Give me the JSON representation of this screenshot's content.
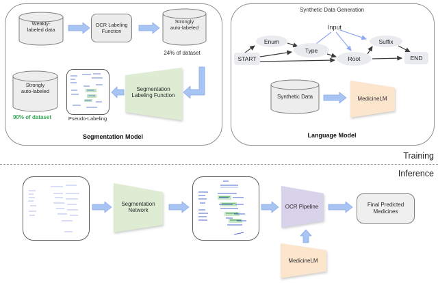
{
  "colors": {
    "arrow_blue": "#a7c4f3",
    "arrow_blue_stroke": "#87a9e9",
    "trapezoid_green": "#ddecd3",
    "trapezoid_purple": "#d8d2ea",
    "trapezoid_peach": "#fbe5cd",
    "cylinder_gray": "#ededed",
    "node_gray": "#e9ebee",
    "highlight_green_text": "#34a853",
    "graph_edge_blue": "#8fa8f2"
  },
  "training": {
    "section_label": "Training",
    "segmentation_model": {
      "caption": "Segmentation Model",
      "weakly_labeled_db": "Weakly-\nlabeled data",
      "ocr_labeling_function": "OCR Labeling\nFunction",
      "strongly_auto_labeled_db_top": "Strongly\nauto-labeled",
      "top_dataset_share": "24% of dataset",
      "strongly_auto_labeled_db_bottom": "Strongly\nauto-labeled",
      "bottom_dataset_share": "90% of dataset",
      "pseudo_labeling_caption": "Pseudo-Labeling",
      "segmentation_labeling_function": "Segmentation\nLabeling Function"
    },
    "language_model": {
      "caption": "Language Model",
      "title": "Synthetic Data Generation",
      "graph": {
        "nodes": {
          "start": "START",
          "enum": "Enum",
          "type": "Type",
          "root": "Root",
          "suffix": "Suffix",
          "end": "END",
          "input": "Input"
        },
        "edges": [
          {
            "from": "START",
            "to": "Enum"
          },
          {
            "from": "START",
            "to": "Type"
          },
          {
            "from": "START",
            "to": "Root"
          },
          {
            "from": "Enum",
            "to": "Type"
          },
          {
            "from": "Type",
            "to": "Root"
          },
          {
            "from": "Root",
            "to": "Suffix"
          },
          {
            "from": "Root",
            "to": "END"
          },
          {
            "from": "Suffix",
            "to": "END"
          },
          {
            "from": "Input",
            "to": "Type",
            "style": "blue"
          },
          {
            "from": "Input",
            "to": "Root",
            "style": "blue"
          },
          {
            "from": "Input",
            "to": "Suffix",
            "style": "blue"
          }
        ]
      },
      "synthetic_data_db": "Synthetic Data",
      "medicine_lm": "MedicineLM"
    }
  },
  "inference": {
    "section_label": "Inference",
    "segmentation_network": "Segmentation\nNetwork",
    "ocr_pipeline": "OCR Pipeline",
    "medicine_lm": "MedicineLM",
    "final_output": "Final Predicted\nMedicines"
  }
}
